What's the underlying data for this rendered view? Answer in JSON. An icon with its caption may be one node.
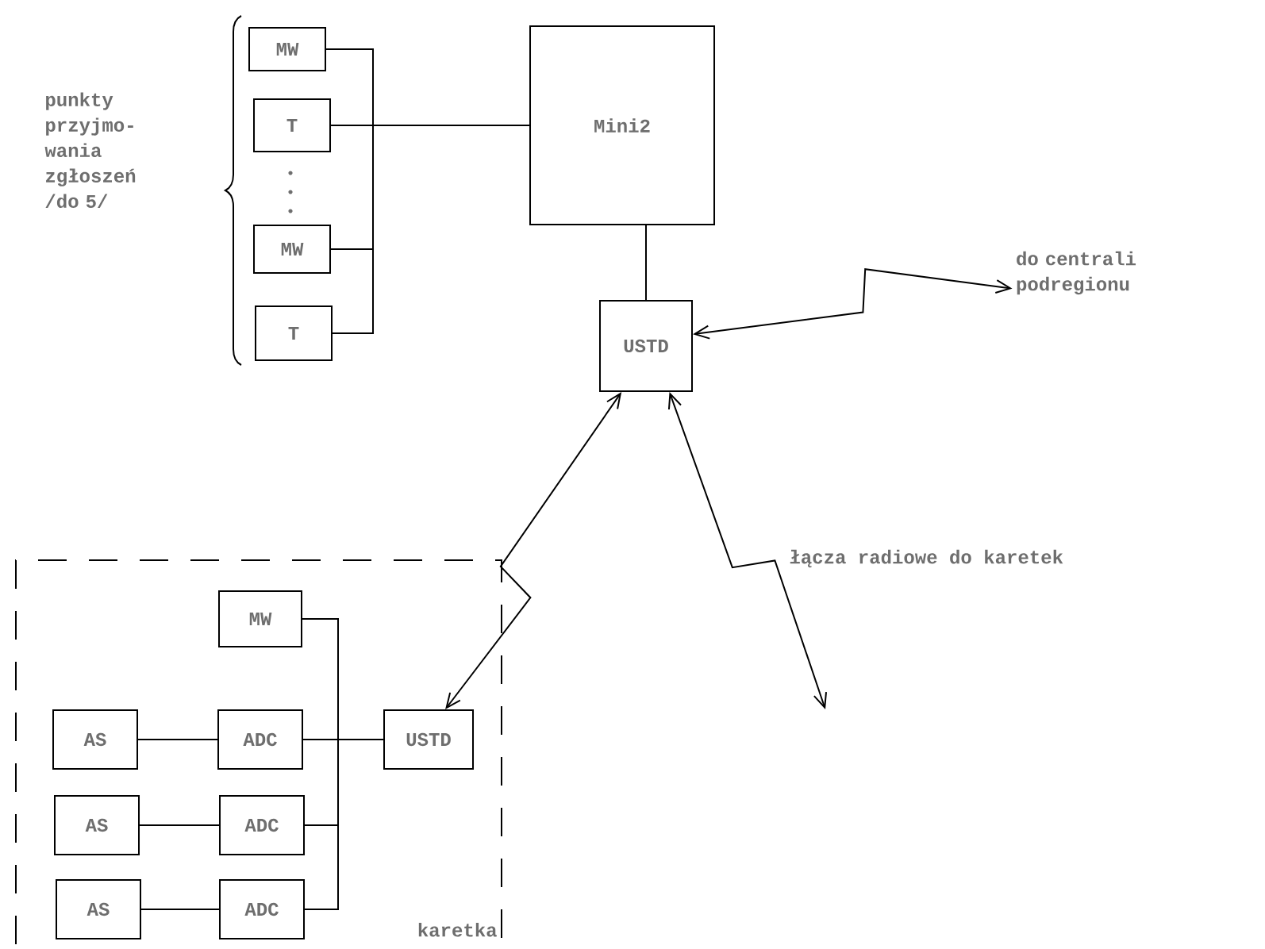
{
  "diagram": {
    "nodes": [
      {
        "text": [
          "MW"
        ]
      },
      {
        "text": [
          "T"
        ]
      },
      {
        "text": [
          "MW"
        ]
      },
      {
        "text": [
          "T"
        ]
      },
      {
        "text": [
          "Mini2"
        ]
      },
      {
        "text": [
          "USTD"
        ]
      },
      {
        "text": [
          "do centrali podregionu"
        ]
      },
      {
        "text": [
          "karetka"
        ]
      },
      {
        "text": [
          "MW"
        ],
        "in": 7
      },
      {
        "text": [
          "AS"
        ],
        "in": 7
      },
      {
        "text": [
          "ADC"
        ],
        "in": 7
      },
      {
        "text": [
          "USTD"
        ],
        "in": 7
      },
      {
        "text": [
          "AS"
        ],
        "in": 7
      },
      {
        "text": [
          "ADC"
        ],
        "in": 7
      },
      {
        "text": [
          "AS"
        ],
        "in": 7
      },
      {
        "text": [
          "ADC"
        ],
        "in": 7
      }
    ],
    "edges": [
      {
        "from": 0,
        "to": 4,
        "arrow": "none"
      },
      {
        "from": 1,
        "to": 4,
        "arrow": "none"
      },
      {
        "from": 2,
        "to": 4,
        "arrow": "none"
      },
      {
        "from": 3,
        "to": 4,
        "arrow": "none"
      },
      {
        "from": 4,
        "to": 5,
        "arrow": "none"
      },
      {
        "from": 5,
        "to": 6,
        "arrow": "both"
      },
      {
        "from": 5,
        "to": 11,
        "arrow": "both"
      },
      {
        "from": 5,
        "to": null,
        "arrow": "both"
      },
      {
        "from": 9,
        "to": 10,
        "arrow": "none"
      },
      {
        "from": 12,
        "to": 13,
        "arrow": "none"
      },
      {
        "from": 14,
        "to": 15,
        "arrow": "none"
      },
      {
        "from": 8,
        "to": 11,
        "arrow": "none"
      },
      {
        "from": 10,
        "to": 11,
        "arrow": "none"
      },
      {
        "from": 13,
        "to": 11,
        "arrow": "none"
      },
      {
        "from": 15,
        "to": 11,
        "arrow": "none"
      }
    ],
    "labels": [
      "punkty przyjmo-wania zgłoszeń /do 5/",
      "łącza radiowe do karetek"
    ]
  }
}
